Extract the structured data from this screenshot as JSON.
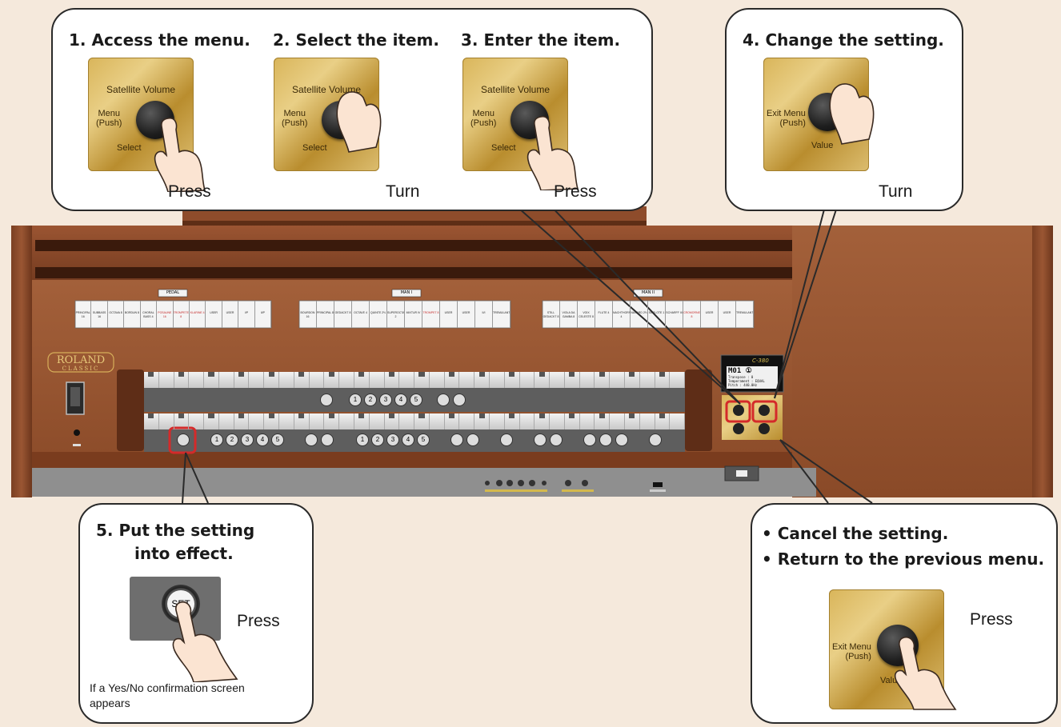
{
  "steps": [
    {
      "title": "1. Access the menu.",
      "action": "Press",
      "panel": {
        "title": "Satellite Volume",
        "left_label": "Menu\n(Push)",
        "bottom_label": "Select"
      }
    },
    {
      "title": "2. Select the item.",
      "action": "Turn",
      "panel": {
        "title": "Satellite Volume",
        "left_label": "Menu\n(Push)",
        "bottom_label": "Select"
      }
    },
    {
      "title": "3. Enter the item.",
      "action": "Press",
      "panel": {
        "title": "Satellite Volume",
        "left_label": "Menu\n(Push)",
        "bottom_label": "Select"
      }
    },
    {
      "title": "4. Change the setting.",
      "action": "Turn",
      "panel": {
        "left_label": "Exit Menu\n(Push)",
        "bottom_label": "Value"
      }
    },
    {
      "title_line1": "5.  Put the setting",
      "title_line2": "into effect.",
      "action": "Press",
      "button_label": "SET",
      "note": "If a Yes/No confirmation screen appears"
    }
  ],
  "cancel": {
    "bullet1": "• Cancel the setting.",
    "bullet2": "• Return to the previous menu.",
    "action": "Press",
    "panel": {
      "left_label": "Exit Menu\n(Push)",
      "bottom_label": "Value"
    }
  },
  "organ": {
    "brand": "ROLAND",
    "brand_sub": "CLASSIC",
    "model": "C-380",
    "display_line1": "M01 ①",
    "display_line2": "Transpose : 0",
    "display_line3": "Temperament : EQUAL",
    "display_line4": "Pitch : 440.0Hz",
    "divisions": [
      "PEDAL",
      "MAN I",
      "MAN II"
    ],
    "pedal_stops": [
      "PRINCIPAL 16",
      "SUBBASS 16",
      "OCTAVA 8",
      "BORDUN 8",
      "CHORAL BASS 4",
      "POSAUNE 16",
      "TROMPETE 8",
      "KLARINE 4",
      "USER",
      "USER",
      "I/P",
      "II/P"
    ],
    "man1_stops": [
      "BOURDON 16",
      "PRINCIPAL 8",
      "GEDACKT 8",
      "OCTAVE 4",
      "QUINTE 2⅔",
      "SUPEROCTAVE 2",
      "MIXTUR IV",
      "TROMPET 8",
      "USER",
      "USER",
      "II/I",
      "TREMULANT"
    ],
    "man2_stops": [
      "STILL GEDACKT 8",
      "VIOLA DA GAMBA 8",
      "VOIX CELESTE 8",
      "FLUTE 4",
      "NACHTHORN 4",
      "NASARD 2⅔",
      "SIFFLOTE 1",
      "SCHARFF III",
      "CROMORNE 8",
      "USER",
      "USER",
      "TREMULANT"
    ],
    "piston_row1": [
      "1",
      "2",
      "3",
      "4",
      "5"
    ],
    "piston_row2a": [
      "1",
      "2",
      "3",
      "4",
      "5"
    ],
    "piston_row2b": [
      "1",
      "2",
      "3",
      "4",
      "5"
    ]
  },
  "colors": {
    "background": "#f5e9dc",
    "gold_panel": "#d4af55",
    "highlight": "#d42a2a",
    "wood": "#8b4a2a"
  }
}
